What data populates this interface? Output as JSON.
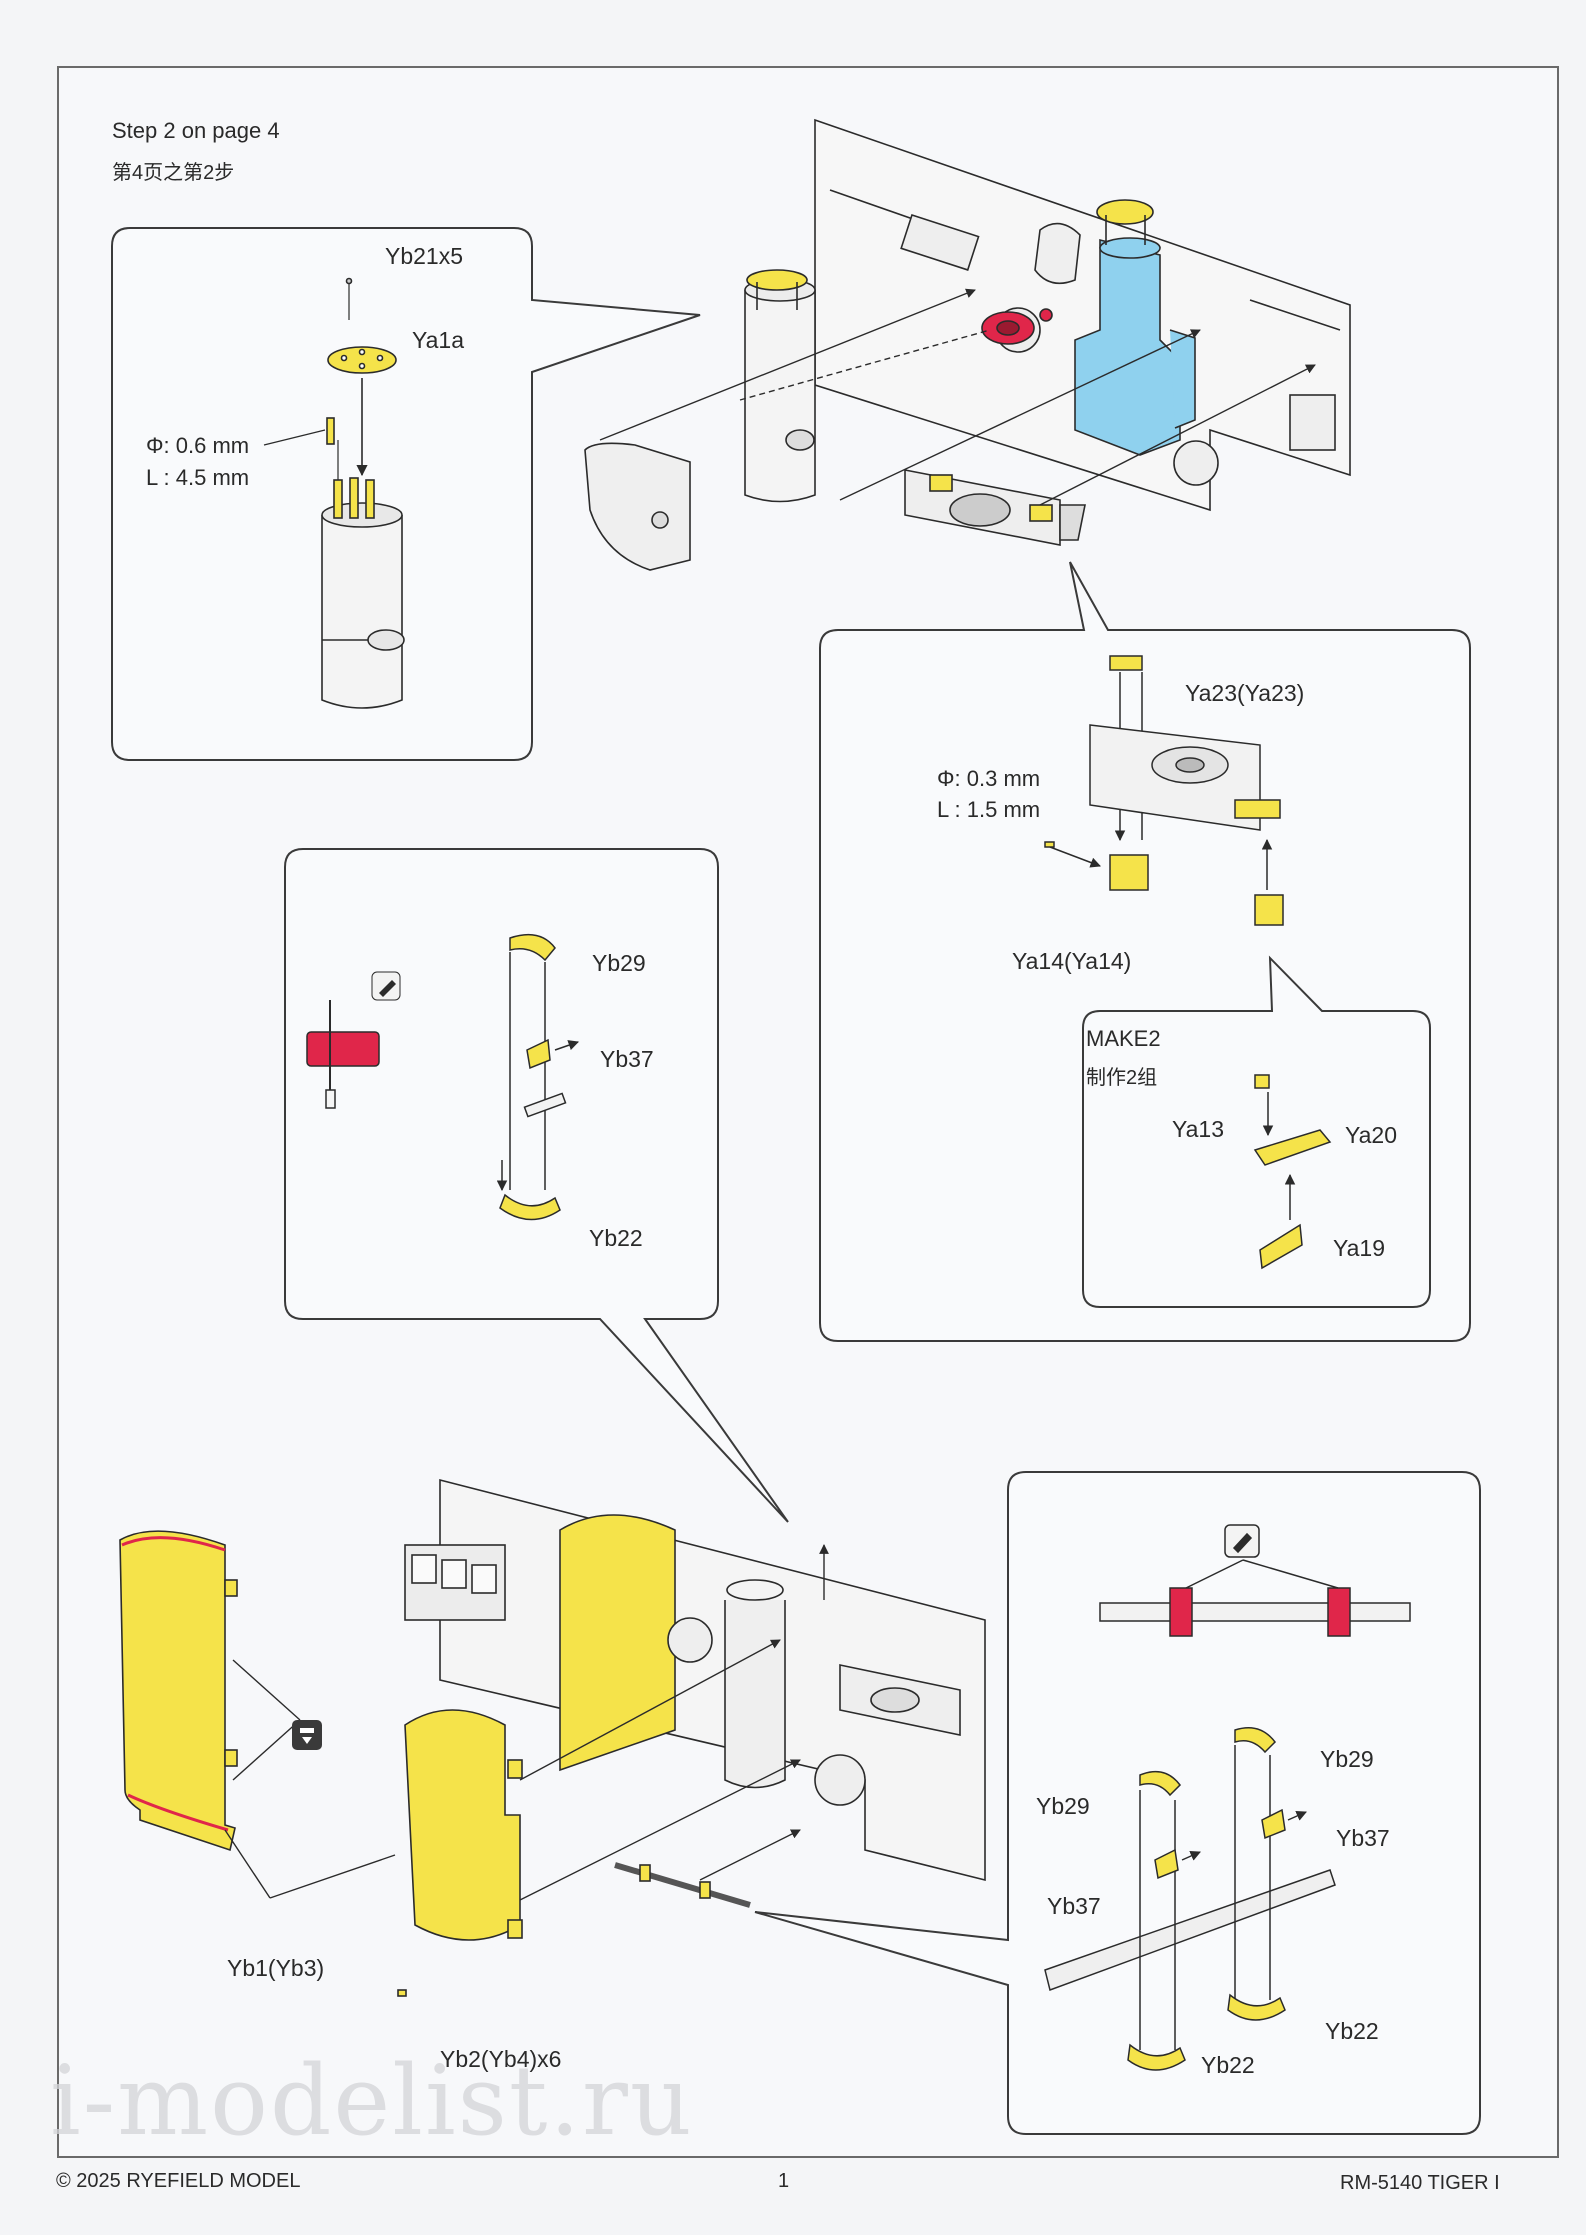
{
  "header": {
    "step_en": "Step 2 on page 4",
    "step_cn": "第4页之第2步"
  },
  "labels": {
    "yb21x5": "Yb21x5",
    "ya1a": "Ya1a",
    "phi_06": "Φ: 0.6 mm",
    "len_45": "L : 4.5 mm",
    "ya23": "Ya23(Ya23)",
    "phi_03": "Φ: 0.3 mm",
    "len_15": "L : 1.5 mm",
    "ya14": "Ya14(Ya14)",
    "make2": "MAKE2",
    "make2_cn": "制作2组",
    "ya13": "Ya13",
    "ya20": "Ya20",
    "ya19": "Ya19",
    "yb29_a": "Yb29",
    "yb37_a": "Yb37",
    "yb22_a": "Yb22",
    "yb1": "Yb1(Yb3)",
    "yb2": "Yb2(Yb4)x6",
    "yb29_b": "Yb29",
    "yb29_c": "Yb29",
    "yb37_b": "Yb37",
    "yb37_c": "Yb37",
    "yb22_b": "Yb22",
    "yb22_c": "Yb22"
  },
  "footer": {
    "copyright": "© 2025 RYEFIELD MODEL",
    "page_number": "1",
    "product_code": "RM-5140 TIGER I"
  },
  "watermark": "i-modelist.ru",
  "colors": {
    "photo_etch_part": "#f5e34a",
    "highlight_cyan": "#8fd1ee",
    "highlight_red": "#e0264a",
    "line": "#2b2b2b"
  },
  "icons": [
    "pencil-icon",
    "bend-tool-icon"
  ]
}
